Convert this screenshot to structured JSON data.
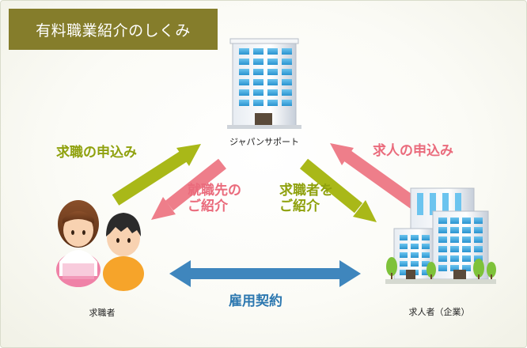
{
  "title": "有料職業紹介のしくみ",
  "nodes": {
    "agency": "ジャパンサポート",
    "job_seeker": "求職者",
    "company": "求人者（企業）"
  },
  "arrows": {
    "apply_job_seeker": "求職の申込み",
    "introduce_employer_line1": "就職先の",
    "introduce_employer_line2": "ご紹介",
    "introduce_seeker_line1": "求職者を",
    "introduce_seeker_line2": "ご紹介",
    "apply_company": "求人の申込み",
    "employment_contract": "雇用契約"
  },
  "colors": {
    "title_bg": "#857d2b",
    "green_arrow": "#a9b818",
    "pink_arrow": "#ee7e8a",
    "blue_arrow": "#3f86bd"
  }
}
